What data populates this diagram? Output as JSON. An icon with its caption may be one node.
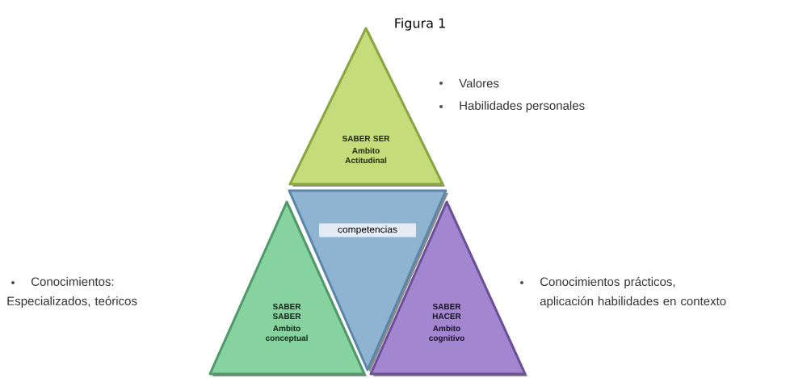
{
  "diagram": {
    "title": "Figura 1",
    "nodes": [
      {
        "text": [
          "SABER SER",
          "Ambito Actitudinal"
        ]
      },
      {
        "text": [
          "SABER SABER",
          "Ambito conceptual"
        ]
      },
      {
        "text": [
          "competencias"
        ]
      },
      {
        "text": [
          "SABER HACER",
          "Ambito cognitivo"
        ]
      }
    ],
    "labels": [
      "Valores",
      "Habilidades personales",
      "Conocimientos: Especializados, teóricos",
      "Conocimientos prácticos, aplicación habilidades en contexto"
    ]
  }
}
